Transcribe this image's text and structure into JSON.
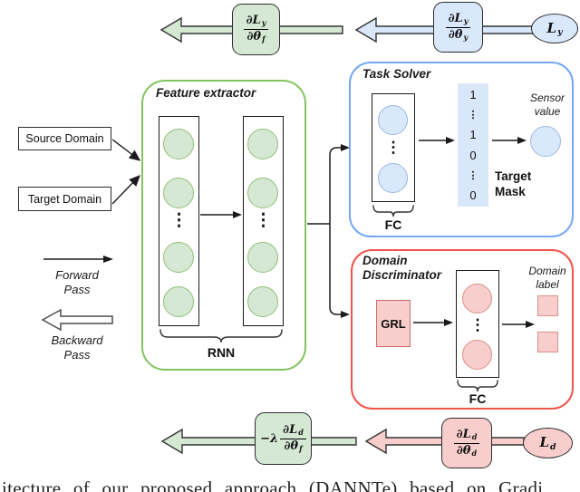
{
  "figure": {
    "caption_fragment": "itecture of our proposed approach (DANNTe) based on Gradi"
  },
  "colors": {
    "green_fill": "#d5e8d4",
    "green_container_border": "#82c35f",
    "blue_fill": "#dae8fc",
    "blue_container_border": "#74a7f5",
    "red_fill": "#f8cecc",
    "red_container_border": "#f0544c",
    "mask_strip_fill": "#d9e7fb"
  },
  "inputs": {
    "source_label": "Source Domain",
    "target_label": "Target Domain"
  },
  "legend": {
    "forward_line1": "Forward",
    "forward_line2": "Pass",
    "backward_line1": "Backward",
    "backward_line2": "Pass"
  },
  "feature_extractor": {
    "title": "Feature extractor",
    "bracket_label": "RNN",
    "dots": "⋮"
  },
  "task_solver": {
    "title": "Task Solver",
    "fc_label": "FC",
    "dots": "⋮",
    "mask_values": [
      "1",
      "⋮",
      "1",
      "0",
      "⋮",
      "0"
    ],
    "mask_label_line1": "Target",
    "mask_label_line2": "Mask",
    "output_label_line1": "Sensor",
    "output_label_line2": "value"
  },
  "domain_discriminator": {
    "title_line1": "Domain",
    "title_line2": "Discriminator",
    "grl_label": "GRL",
    "fc_label": "FC",
    "dots": "⋮",
    "output_label_line1": "Domain",
    "output_label_line2": "label"
  },
  "gradients": {
    "task_feature": {
      "num_main": "∂L",
      "num_sub": "y",
      "den_main": "∂θ",
      "den_sub": "f"
    },
    "task": {
      "num_main": "∂L",
      "num_sub": "y",
      "den_main": "∂θ",
      "den_sub": "y"
    },
    "task_loss_main": "L",
    "task_loss_sub": "y",
    "domain_feature_prefix": "−λ",
    "domain_feature": {
      "num_main": "∂L",
      "num_sub": "d",
      "den_main": "∂θ",
      "den_sub": "f"
    },
    "domain": {
      "num_main": "∂L",
      "num_sub": "d",
      "den_main": "∂θ",
      "den_sub": "d"
    },
    "domain_loss_main": "L",
    "domain_loss_sub": "d"
  }
}
